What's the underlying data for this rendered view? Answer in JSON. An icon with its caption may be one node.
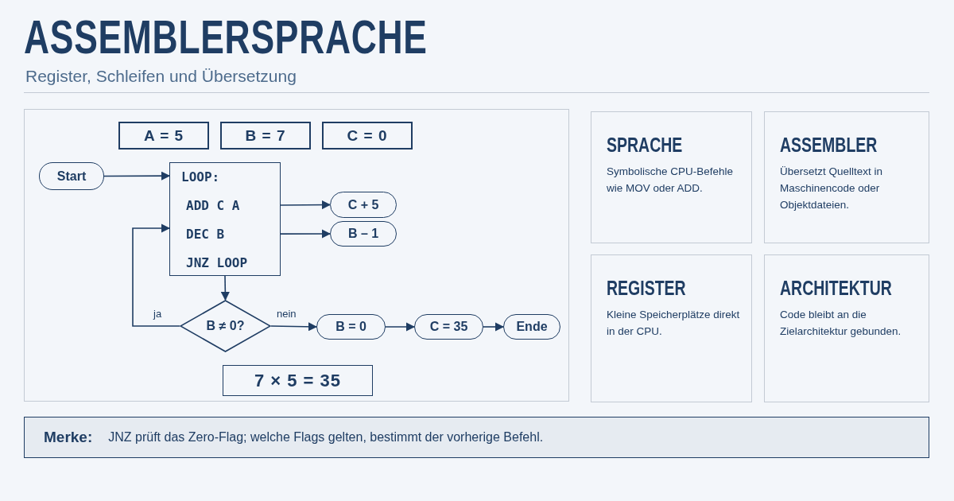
{
  "diagram": {
    "title": "ASSEMBLERSPRACHE",
    "nodes": [
      {
        "text": [],
        "shape": "box"
      },
      {
        "text": [
          "A = 5"
        ],
        "in": 0
      },
      {
        "text": [
          "B = 7"
        ],
        "in": 0
      },
      {
        "text": [
          "C = 0"
        ],
        "in": 0
      },
      {
        "text": [
          "Start"
        ],
        "in": 0
      },
      {
        "text": [
          "LOOP:",
          "ADD C A",
          "DEC B",
          "JNZ LOOP"
        ],
        "in": 0
      },
      {
        "text": [
          "C + 5"
        ],
        "in": 0
      },
      {
        "text": [
          "B – 1"
        ],
        "in": 0
      },
      {
        "text": [
          "B ≠ 0?"
        ],
        "in": 0
      },
      {
        "text": [
          "B = 0"
        ],
        "in": 0
      },
      {
        "text": [
          "C = 35"
        ],
        "in": 0
      },
      {
        "text": [
          "Ende"
        ],
        "in": 0
      },
      {
        "text": [
          "7 × 5 = 35"
        ],
        "in": 0
      },
      {
        "text": [
          "SPRACHE",
          "Symbolische CPU-Befehle wie MOV oder ADD."
        ]
      },
      {
        "text": [
          "ASSEMBLER",
          "Übersetzt Quelltext in Maschinencode oder Objektdateien."
        ]
      },
      {
        "text": [
          "REGISTER",
          "Kleine Speicherplätze direkt in der CPU."
        ]
      },
      {
        "text": [
          "ARCHITEKTUR",
          "Code bleibt an die Zielarchitektur gebunden."
        ]
      },
      {
        "text": [
          "Merke:",
          "JNZ prüft das Zero-Flag; welche Flags gelten, bestimmt der vorherige Befehl."
        ]
      }
    ],
    "edges": [
      {
        "from": 4,
        "to": 5,
        "arrow": "to"
      },
      {
        "from": 5,
        "to": 6,
        "arrow": "to"
      },
      {
        "from": 5,
        "to": 7,
        "arrow": "to"
      },
      {
        "from": 5,
        "to": 8,
        "arrow": "to"
      },
      {
        "from": 8,
        "to": 5,
        "arrow": "to",
        "label": "ja"
      },
      {
        "from": 8,
        "to": 9,
        "arrow": "to",
        "label": "nein"
      },
      {
        "from": 9,
        "to": 10,
        "arrow": "to"
      },
      {
        "from": 10,
        "to": 11,
        "arrow": "to"
      }
    ],
    "labels": [
      "Register, Schleifen und Übersetzung"
    ]
  }
}
